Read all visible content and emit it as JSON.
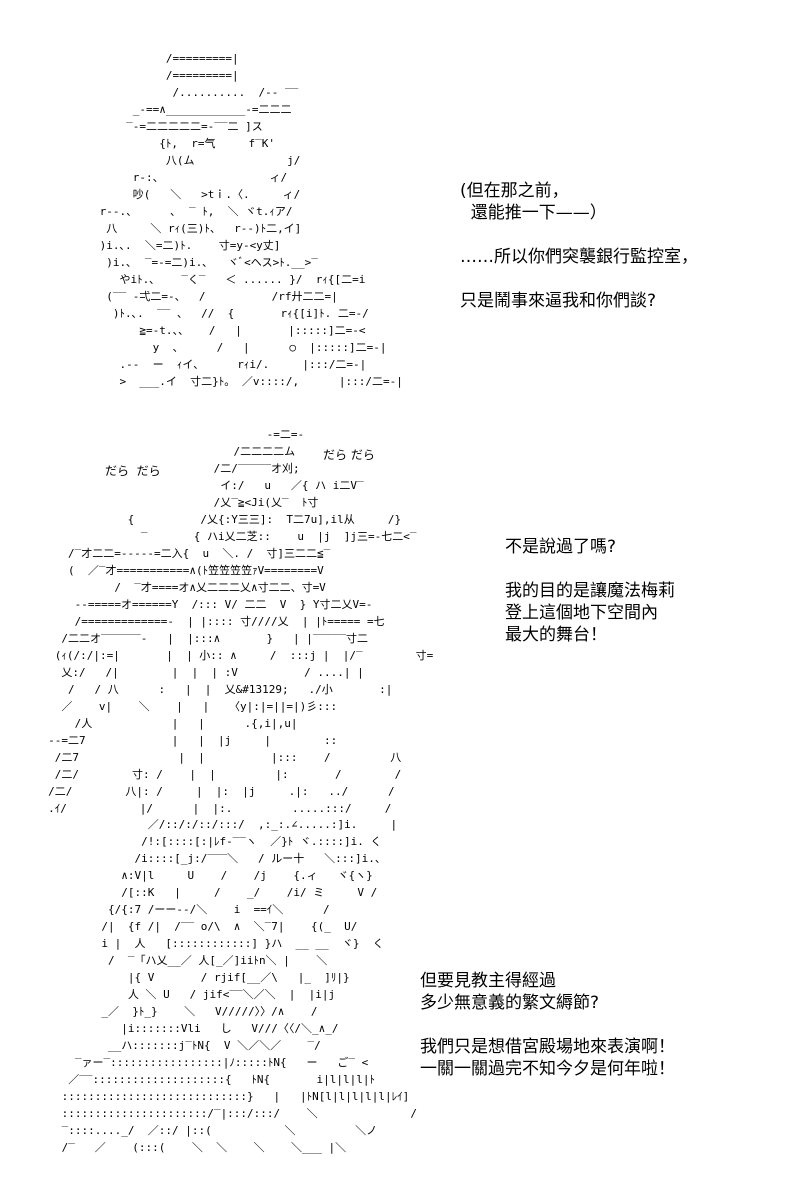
{
  "panels": [
    {
      "art": "                   /=========|\n                   /=========|\n                    /..........  /-- ‾‾\n              _-==∧____________-=二二二\n             ‾-=二二二二二=-‾‾二 ]ス\n                  {ﾄ,  r=气     f‾K'\n                   八(ム              j/\n              r‐:、                ィ/\n              吵(   ＼   >tｉ.〈.     ィ/\n         r‐-.、     ､  ‾ ﾄ,  ＼ ヾt.ｨア/\n          八     ＼ rｨ(三)ﾄ、  r‐‐)ﾄ二,イ]\n         )i.､.  ＼=二)ﾄ.    寸=y-<y丈]\n          )i.､  ‾=-=二)i.､   ヾﾞ<ヘス>ﾄ.__>‾\n            やiﾄ.､    ‾く‾   ＜ ...... }/  rｨ{[二=i\n          (‾‾ -弌二=-、  /          /rf廾二二=|\n           )ﾄ.､.  ‾‾ 、  //  {       rｨ{[i]ﾄ. 二=-/\n               ≧=-t.、、   /   |       |:::::]二=-<\n                 y  、     /   |      ○  |:::::]二=-|\n            .‐‐  ー  ｨイ、     rｨi/.     |:::/二=-|\n            >  ___.イ  寸二}ﾄ。 ／v::::/,      |:::/二=-|",
      "lines": [
        "(但在那之前，",
        "  還能推一下——）",
        "",
        "……所以你們突襲銀行監控室，",
        "",
        "只是鬧事來逼我和你們談?"
      ]
    },
    {
      "art": "                                      -=二=-\n                                 /二二二二ム\n                              /二/‾‾‾‾‾オ刈;\n                               イ:/   u   ／{ ハ i二V‾\n                              /乂‾≧<Ji(乂‾  ﾄ寸\n                 {          /乂{:Y三三]:  T二7u],il从     /}\n                   ‾       { ハi乂二芝::    u  |j  ]j三=-七二<‾\n        /‾才二二=-----=二入{  u  ＼. /  寸]三二二≦‾\n        (  ／‾才===========∧(ﾄ笠笠笠笠ｧV========V\n               /  ‾才====オ∧乂二二二乂∧寸二二、寸=V\n         --=====オ======Y  /::: V/ 二二  V  } Y寸二乂V=-\n         /=============-  | |:::: 寸////乂  | |ﾄ===== =七\n       /二二オ‾‾‾‾‾‾-   |  |:::∧       }   | |‾‾‾‾‾寸二\n      (ｨ(/:/|:=|       |  | 小:: ∧     /  :::j |  |/‾        寸=\n       乂:/   /|        |  |  | :V          / ....| |\n        /   / 八      :   |  |  乂&#13129;   ./小       :|\n       ／    v|    ＼    |   |   〈y|:|=||=|)彡:::\n         /人            |   |      .{,i|,u|\n     --=二7             |   |  |j     |        ::\n      /二7               |  |          |:::    /         八\n      /二/        寸: /    |  |         |:       /        /\n     /二/        八|: /     |  |:  |j     .|:   ../      /\n     .ｲ/           |/      |  |:.         .....:::/     /",
      "sfx_left": "だら  だら",
      "sfx_right": "だら だら",
      "lines": [
        "不是說過了嗎?",
        "",
        "我的目的是讓魔法梅莉",
        "登上這個地下空間內",
        "最大的舞台！"
      ]
    },
    {
      "art": "              ／/::/:/::/:::/  ,:_:.∠.....:]i.     |\n             /!:[::::[:|ﾚf‐‾‾ヽ  ／}ﾄ ヾ.::::]i. く\n            /i::::[_j:/‾‾‾＼   / ルー十   ＼:::]i.、\n          ∧:V|l     U    /    /j    {.ィ   ヾ{ヽ}\n          /[::K   |     /    _/    /i/ ミ     V /\n        {/{:7 /ーー‐-/＼    i  ==ｲ＼      /\n       /|  {f /|  /‾‾ o/\\  ∧  ＼‾7|    {(_  U/\n       i |  人   [::::::::::::] }ハ  __ __  ヾ}  く\n        /  ‾「ハ乂__／ 人[_／]iiﾄn＼ |    ＼\n           |{ V       / rjif[__／\\   |_  ]ﾘ|}\n           人 ＼ U   / jif<‾‾＼／＼  |  |i|j\n       _／  }ﾄ_}    ＼   V/////〉〉/∧    /\n          |i:::::::Vli   し   V///〈〈/＼_∧_/\n        __ハ:::::::j‾ﾄN{  V ＼／＼／    ‾/\n   ‾ァー‾:::::::::::::::::|ﾉ:::::ﾄN{   ー   ご‾ <\n  ／‾‾::::::::::::::::::::{   ﾄN{       i|l|l|l|ﾄ\n ::::::::::::::::::::::::::::}   |   |ﾄN[l|l|l|l|l|ﾚｲ]\n ::::::::::::::::::::::/‾|:::/:::/    ＼              /\n ‾::::...._/  ／::/ |::(           ＼         ＼ノ\n /‾   ／    (:::(    ＼  ＼    ＼    ＼___ |＼",
      "lines": [
        "但要見教主得經過",
        "多少無意義的繁文縟節?",
        "",
        "我們只是想借宮殿場地來表演啊！",
        "一關一關過完不知今夕是何年啦！"
      ]
    }
  ]
}
